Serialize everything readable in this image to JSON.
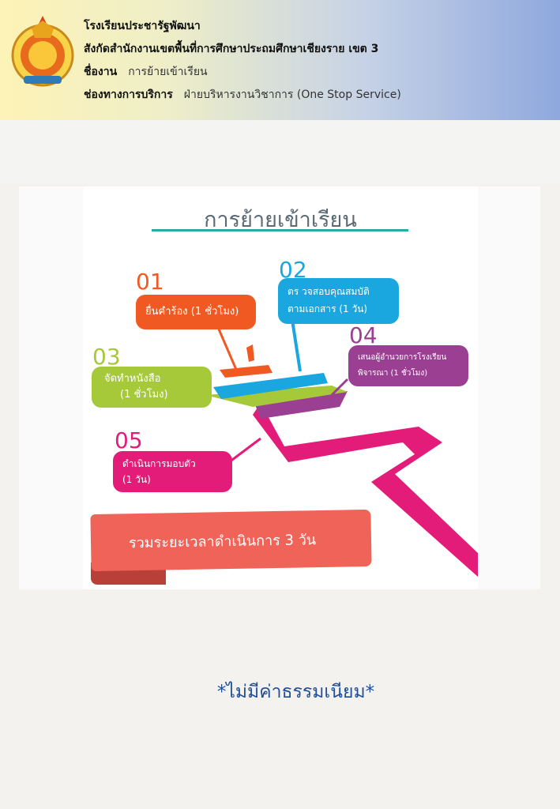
{
  "header": {
    "school": "โรงเรียนประชารัฐพัฒนา",
    "affiliation": "สังกัดสำนักงานเขตพื้นที่การศึกษาประถมศึกษาเชียงราย เขต 3",
    "service_label": "ชื่องาน",
    "service_value": "การย้ายเข้าเรียน",
    "channel_label": "ช่องทางการบริการ",
    "channel_value": "ฝ่ายบริหารงานวิชาการ (One Stop Service)"
  },
  "infographic": {
    "title": "การย้ายเข้าเรียน",
    "steps": [
      {
        "num": "01",
        "line1": "ยื่นคำร้อง (1 ชั่วโมง)",
        "line2": "",
        "color": "#f05a22"
      },
      {
        "num": "02",
        "line1": "ตร วจสอบคุณสมบัติ",
        "line2": "ตามเอกสาร (1 วัน)",
        "color": "#1aa7e0"
      },
      {
        "num": "03",
        "line1": "จัดทำหนังสือ",
        "line2": "(1 ชั่วโมง)",
        "color": "#a6c93a"
      },
      {
        "num": "04",
        "line1": "เสนอผู้อำนวยการโรงเรียน",
        "line2": "พิจารณา (1 ชั่วโมง)",
        "color": "#9b3f93"
      },
      {
        "num": "05",
        "line1": "ดำเนินการมอบตัว",
        "line2": "(1 วัน)",
        "color": "#e31c79"
      }
    ],
    "summary": "รวมระยะเวลาดำเนินการ 3 วัน"
  },
  "note": "*ไม่มีค่าธรรมเนียม*"
}
